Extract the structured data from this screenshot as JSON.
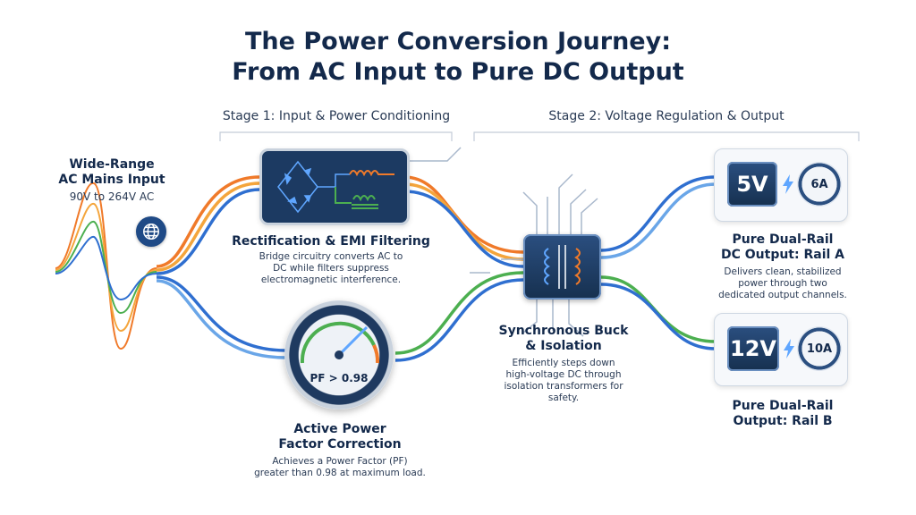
{
  "title_line1": "The Power Conversion Journey:",
  "title_line2": "From AC Input to Pure DC Output",
  "stage1": "Stage 1: Input & Power Conditioning",
  "stage2": "Stage 2: Voltage Regulation & Output",
  "input": {
    "heading1": "Wide-Range",
    "heading2": "AC Mains Input",
    "range": "90V to 264V AC"
  },
  "rect": {
    "heading": "Rectification & EMI Filtering",
    "desc1": "Bridge circuitry converts AC to",
    "desc2": "DC while filters suppress",
    "desc3": "electromagnetic interference."
  },
  "pfc": {
    "gauge_label": "PF > 0.98",
    "heading1": "Active Power",
    "heading2": "Factor Correction",
    "desc1": "Achieves a Power Factor (PF)",
    "desc2": "greater than 0.98 at maximum load."
  },
  "buck": {
    "heading1": "Synchronous Buck",
    "heading2": "& Isolation",
    "desc1": "Efficiently steps down",
    "desc2": "high-voltage DC through",
    "desc3": "isolation transformers for",
    "desc4": "safety."
  },
  "railA": {
    "voltage": "5V",
    "current": "6A",
    "heading1": "Pure Dual-Rail",
    "heading2": "DC Output: Rail A",
    "desc1": "Delivers clean, stabilized",
    "desc2": "power through two",
    "desc3": "dedicated output channels."
  },
  "railB": {
    "voltage": "12V",
    "current": "10A",
    "heading1": "Pure Dual-Rail",
    "heading2": "Output: Rail B"
  },
  "colors": {
    "orange": "#f07a2a",
    "blue": "#2f6fd0",
    "green": "#4caf50",
    "navy": "#16304f"
  },
  "icons": [
    "globe-icon",
    "lightning-icon",
    "bridge-rectifier-icon",
    "inductor-icon",
    "transformer-icon"
  ]
}
